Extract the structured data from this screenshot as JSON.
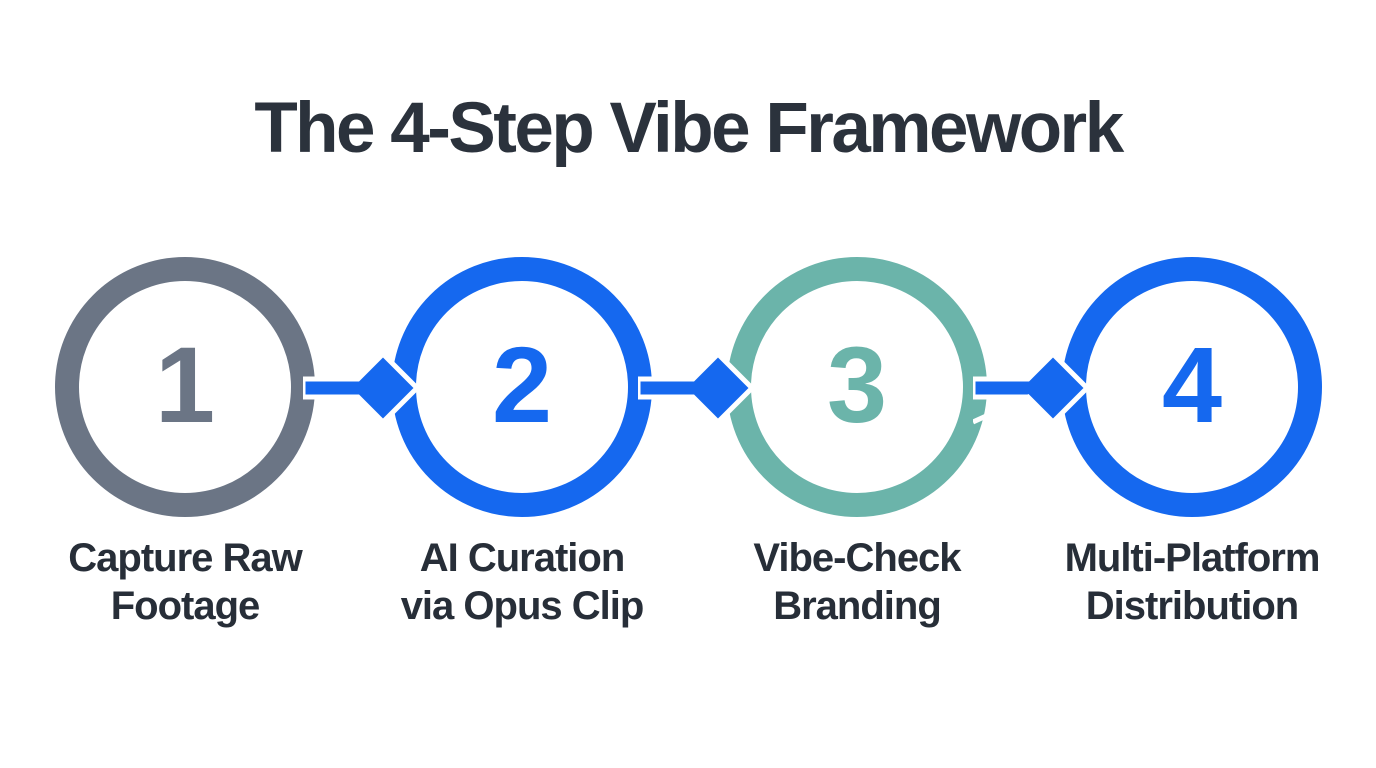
{
  "title": "The 4-Step Vibe Framework",
  "colors": {
    "blue": "#1568ef",
    "teal": "#6bb4aa",
    "gray": "#6b7585",
    "arrow": "#1568ef",
    "title_text": "#2b323c",
    "label_text": "#272e38",
    "background": "#ffffff"
  },
  "steps": [
    {
      "number": "1",
      "color_key": "gray",
      "label_lines": [
        "Capture Raw",
        "Footage"
      ]
    },
    {
      "number": "2",
      "color_key": "blue",
      "label_lines": [
        "AI Curation",
        "via Opus Clip"
      ]
    },
    {
      "number": "3",
      "color_key": "teal",
      "label_lines": [
        "Vibe-Check",
        "Branding"
      ]
    },
    {
      "number": "4",
      "color_key": "blue",
      "label_lines": [
        "Multi-Platform",
        "Distribution"
      ]
    }
  ],
  "arrows": [
    {
      "name": "arrow-step1-to-step2"
    },
    {
      "name": "arrow-step2-to-step3"
    },
    {
      "name": "arrow-step3-to-step4"
    }
  ]
}
